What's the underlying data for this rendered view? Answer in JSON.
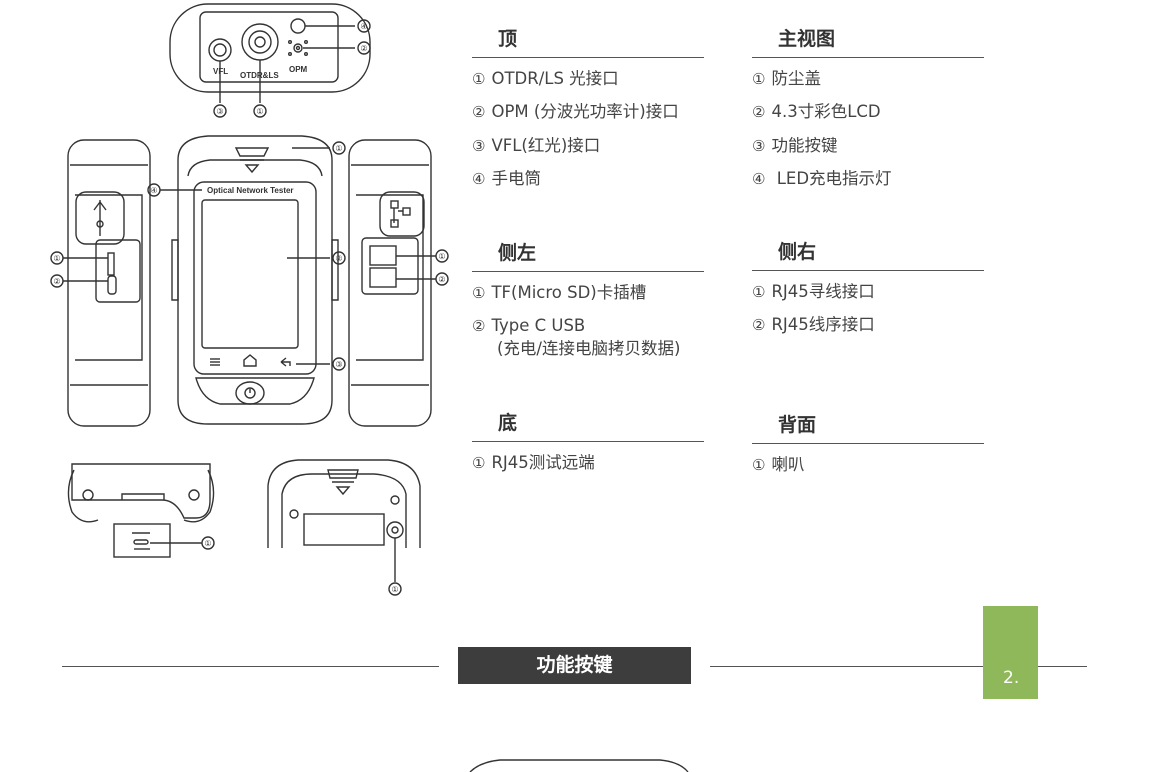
{
  "illustration": {
    "brand_text": "Optical Network Tester",
    "port_vfl": "VFL",
    "port_otdr": "OTDR&LS",
    "port_opm": "OPM",
    "callouts": {
      "c1": "①",
      "c2": "②",
      "c3": "③",
      "c4": "④"
    }
  },
  "sections": {
    "top": {
      "title": "顶",
      "items": [
        "OTDR/LS 光接口",
        "OPM (分波光功率计)接口",
        "VFL(红光)接口",
        "手电筒"
      ]
    },
    "front": {
      "title": "主视图",
      "items": [
        "防尘盖",
        "4.3寸彩色LCD",
        "功能按键",
        " LED充电指示灯"
      ]
    },
    "left": {
      "title": "侧左",
      "items": [
        "TF(Micro SD)卡插槽",
        "Type C USB"
      ],
      "item2_sub": "(充电/连接电脑拷贝数据)"
    },
    "right": {
      "title": "侧右",
      "items": [
        "RJ45寻线接口",
        "RJ45线序接口"
      ]
    },
    "bottom": {
      "title": "底",
      "items": [
        "RJ45测试远端"
      ]
    },
    "back": {
      "title": "背面",
      "items": [
        "喇叭"
      ]
    }
  },
  "numbers": [
    "①",
    "②",
    "③",
    "④"
  ],
  "banner": "功能按键",
  "page_number": "2.",
  "colors": {
    "banner_bg": "#3d3d3d",
    "page_box": "#8fb85a",
    "line": "#333333"
  }
}
